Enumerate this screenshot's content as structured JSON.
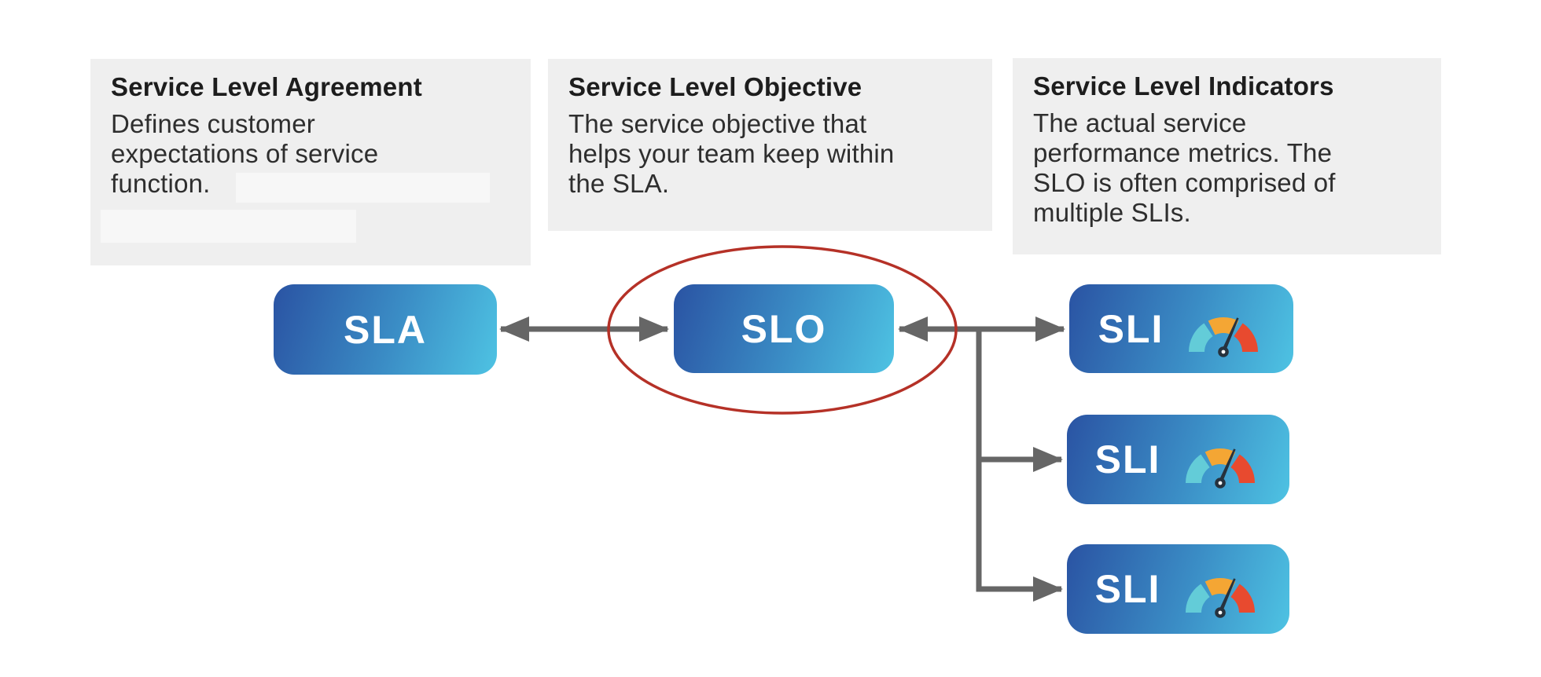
{
  "colors": {
    "card_bg": "#efefef",
    "redacted_bg": "#f7f7f7",
    "title_text": "#1d1d1d",
    "body_text": "#2e2e2e",
    "node_gradient_start": "#2a53a3",
    "node_gradient_end": "#4ec3e3",
    "node_text": "#ffffff",
    "arrow_gray": "#666666",
    "highlight_red": "#b53127",
    "gauge_teal": "#63ccd8",
    "gauge_orange": "#f4a634",
    "gauge_red": "#e84a2f",
    "gauge_needle": "#26323e"
  },
  "info_cards": [
    {
      "title": "Service Level Agreement",
      "lines": [
        "Defines customer",
        "expectations of service",
        "function."
      ]
    },
    {
      "title": "Service Level Objective",
      "lines": [
        "The service objective that",
        "helps your team keep within",
        "the SLA."
      ]
    },
    {
      "title": "Service Level Indicators",
      "lines": [
        "The actual service",
        "performance metrics. The",
        "SLO is often comprised of",
        "multiple SLIs."
      ]
    }
  ],
  "nodes": {
    "sla_label": "SLA",
    "slo_label": "SLO",
    "sli_label": "SLI"
  },
  "icons": {
    "gauge": "gauge-meter-icon"
  }
}
